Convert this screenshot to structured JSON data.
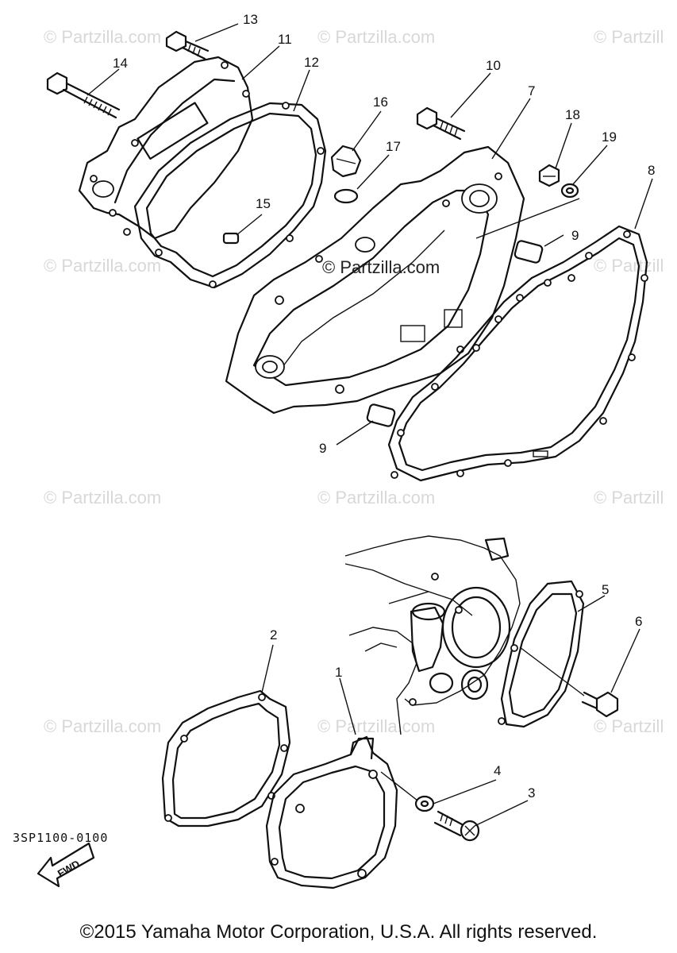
{
  "watermark": "© Partzilla.com",
  "watermark_partial": "© Partzill",
  "center_watermark": "© Partzilla.com",
  "callouts": {
    "c1": "1",
    "c2": "2",
    "c3": "3",
    "c4": "4",
    "c5": "5",
    "c6": "6",
    "c7": "7",
    "c8": "8",
    "c9a": "9",
    "c9b": "9",
    "c10": "10",
    "c11": "11",
    "c12": "12",
    "c13": "13",
    "c14": "14",
    "c15": "15",
    "c16": "16",
    "c17": "17",
    "c18": "18",
    "c19": "19"
  },
  "fwd_label": "FWD",
  "diagram_code": "3SP1100-0100",
  "copyright": "©2015 Yamaha Motor Corporation, U.S.A. All rights reserved."
}
